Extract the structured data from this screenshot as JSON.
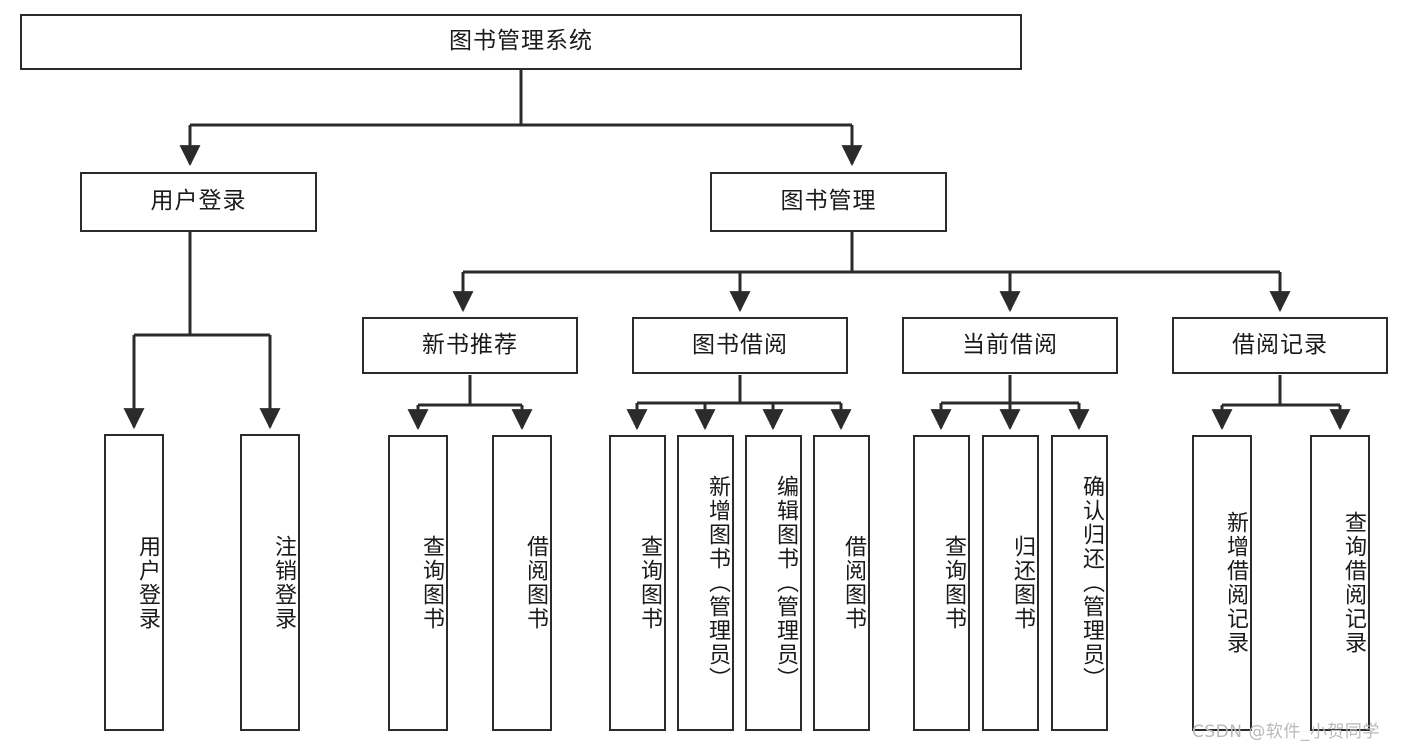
{
  "diagram": {
    "title": "图书管理系统",
    "type": "功能结构图",
    "root": {
      "label": "图书管理系统"
    },
    "level2": [
      {
        "label": "用户登录"
      },
      {
        "label": "图书管理"
      }
    ],
    "level3": [
      {
        "label": "新书推荐"
      },
      {
        "label": "图书借阅"
      },
      {
        "label": "当前借阅"
      },
      {
        "label": "借阅记录"
      }
    ],
    "leaves": {
      "user_login": [
        {
          "label": "用户登录"
        },
        {
          "label": "注销登录"
        }
      ],
      "new_book_recommend": [
        {
          "label": "查询图书"
        },
        {
          "label": "借阅图书"
        }
      ],
      "book_borrow": [
        {
          "label": "查询图书"
        },
        {
          "label": "新增图书（管理员）"
        },
        {
          "label": "编辑图书（管理员）"
        },
        {
          "label": "借阅图书"
        }
      ],
      "current_borrow": [
        {
          "label": "查询图书"
        },
        {
          "label": "归还图书"
        },
        {
          "label": "确认归还（管理员）"
        }
      ],
      "borrow_record": [
        {
          "label": "新增借阅记录"
        },
        {
          "label": "查询借阅记录"
        }
      ]
    }
  },
  "watermark": {
    "text": "CSDN @软件_小贺同学"
  },
  "colors": {
    "stroke": "#2b2b2b",
    "fill": "#ffffff",
    "text": "#1a1a1a",
    "watermark": "#b9b9b9"
  }
}
